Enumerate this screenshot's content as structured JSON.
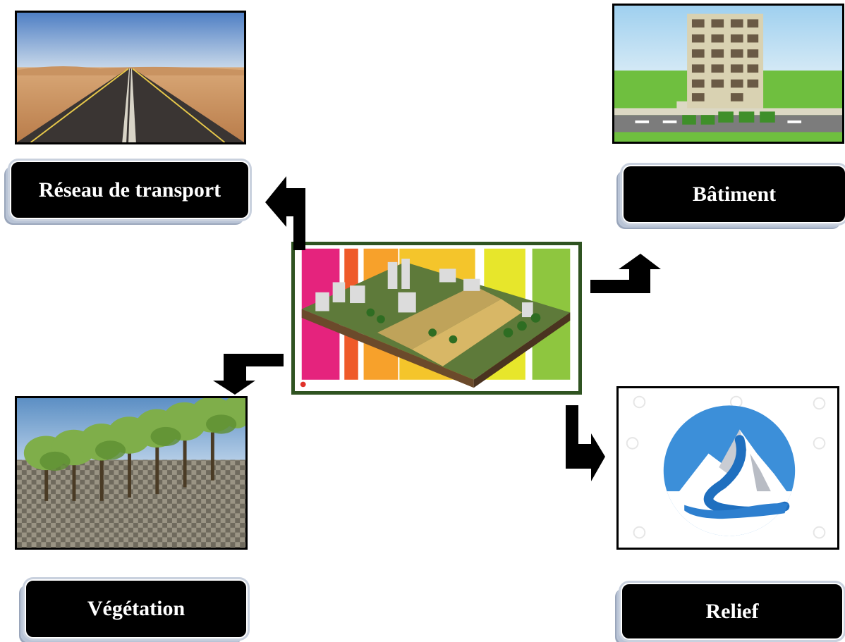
{
  "nodes": {
    "transport": {
      "label": "Réseau de transport"
    },
    "building": {
      "label": "Bâtiment"
    },
    "vegetation": {
      "label": "Végétation"
    },
    "relief": {
      "label": "Relief"
    }
  },
  "center": {
    "image": "isometric-city-map-illustration"
  },
  "colors": {
    "label_bg": "#000000",
    "label_text": "#ffffff",
    "center_border": "#2f5321",
    "arrow": "#000000"
  }
}
